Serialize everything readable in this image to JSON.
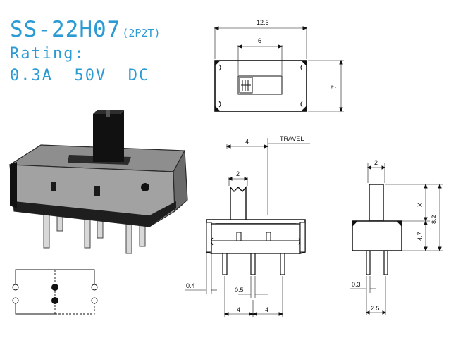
{
  "product": {
    "model": "SS-22H07",
    "pole_config": "(2P2T)",
    "rating_label": "Rating:",
    "rating_value": "0.3A  50V  DC"
  },
  "dimensions": {
    "top_width": "12.6",
    "top_slot": "6",
    "top_height": "7",
    "travel_value": "4",
    "travel_label": "TRAVEL",
    "front_actuator_width": "2",
    "front_pin_thickness": "0.4",
    "front_pin_width": "0.5",
    "front_pitch_left": "4",
    "front_pitch_right": "4",
    "side_actuator_width": "2",
    "side_x": "X",
    "side_body_height": "4.7",
    "side_total_height": "8.2",
    "side_pin_thickness": "0.3",
    "side_pin_spacing": "2.5"
  },
  "colors": {
    "accent": "#2b9bd3",
    "line": "#111111"
  }
}
